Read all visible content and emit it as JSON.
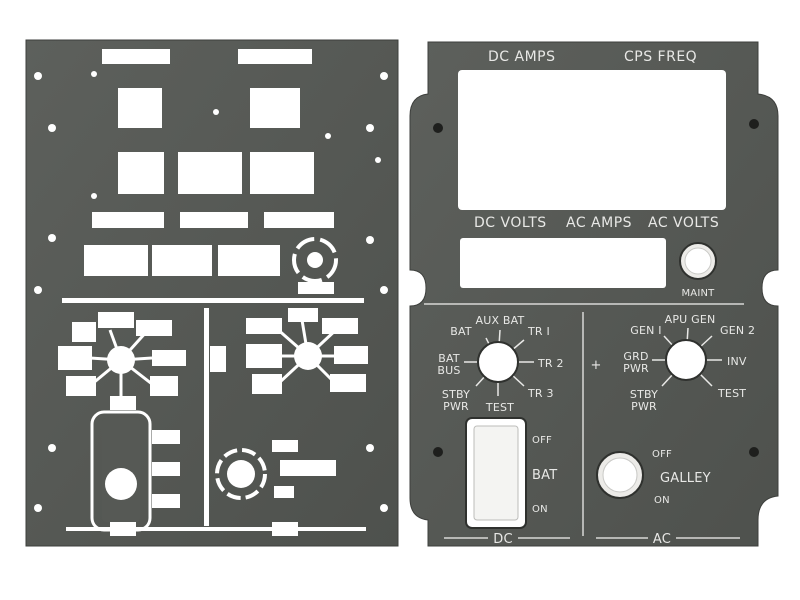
{
  "colors": {
    "panel": "#565955",
    "panel_edge": "#3d3f3c",
    "cutout": "#ffffff",
    "legend": "#e8e8e6"
  },
  "left_panel": {
    "name": "blank-cutout-plate"
  },
  "right_panel": {
    "top_labels": {
      "dc_amps": "DC AMPS",
      "cps_freq": "CPS FREQ"
    },
    "mid_labels": {
      "dc_volts": "DC VOLTS",
      "ac_amps": "AC AMPS",
      "ac_volts": "AC VOLTS"
    },
    "maint": "MAINT",
    "dc_selector": {
      "bat": "BAT",
      "aux_bat": "AUX BAT",
      "tr1": "TR I",
      "bat_bus_1": "BAT",
      "bat_bus_2": "BUS",
      "tr2": "TR 2",
      "stby_pwr_1": "STBY",
      "stby_pwr_2": "PWR",
      "test": "TEST",
      "tr3": "TR 3"
    },
    "ac_selector": {
      "gen1": "GEN I",
      "apu_gen": "APU GEN",
      "gen2": "GEN 2",
      "grd_pwr_1": "GRD",
      "grd_pwr_2": "PWR",
      "inv": "INV",
      "stby_pwr_1": "STBY",
      "stby_pwr_2": "PWR",
      "test": "TEST",
      "plus": "+"
    },
    "bat_switch": {
      "off": "OFF",
      "label": "BAT",
      "on": "ON"
    },
    "galley": {
      "off": "OFF",
      "label": "GALLEY",
      "on": "ON"
    },
    "sections": {
      "dc": "DC",
      "ac": "AC"
    }
  }
}
